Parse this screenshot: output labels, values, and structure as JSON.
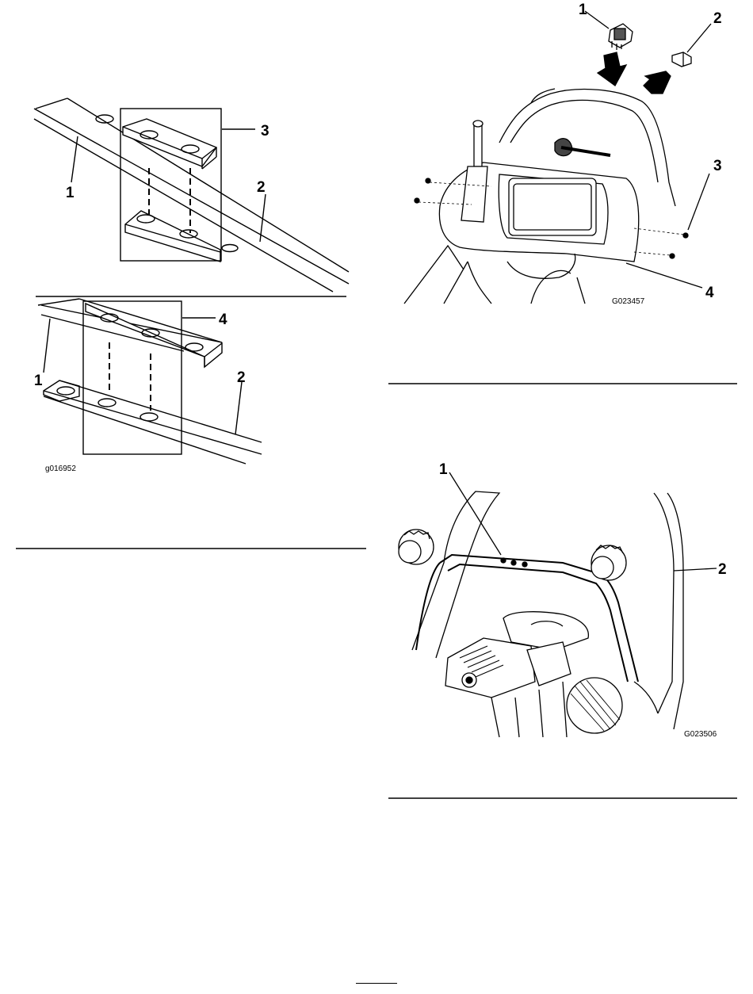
{
  "figure_a": {
    "id": "g016952",
    "callouts_top": [
      "1",
      "2",
      "3"
    ],
    "callouts_bottom": [
      "1",
      "2",
      "4"
    ]
  },
  "figure_b": {
    "id": "G023457",
    "callouts": [
      "1",
      "2",
      "3",
      "4"
    ]
  },
  "figure_c": {
    "id": "G023506",
    "callouts": [
      "1",
      "2"
    ]
  }
}
